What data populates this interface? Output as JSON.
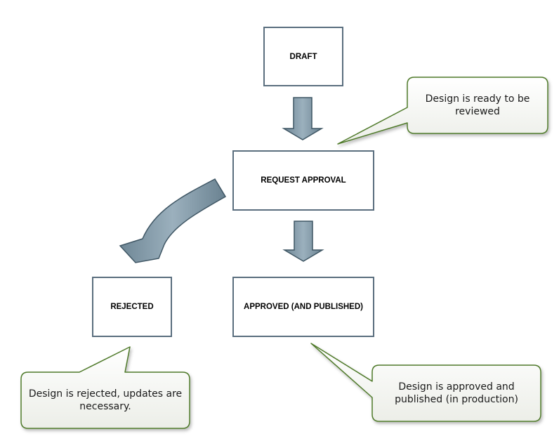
{
  "states": {
    "draft": "DRAFT",
    "request_approval": "REQUEST APPROVAL",
    "rejected": "REJECTED",
    "approved": "APPROVED (AND PUBLISHED)"
  },
  "callouts": {
    "review": "Design is ready to be reviewed",
    "rejected": "Design is rejected, updates are necessary.",
    "approved": "Design is approved and published (in production)"
  },
  "colors": {
    "arrow_fill": "#7f97a6",
    "arrow_stroke": "#3f5664",
    "box_border": "#5a6e7e",
    "callout_border": "#4f7a2a",
    "callout_fill_top": "#ffffff",
    "callout_fill_bottom": "#eef0ea"
  }
}
